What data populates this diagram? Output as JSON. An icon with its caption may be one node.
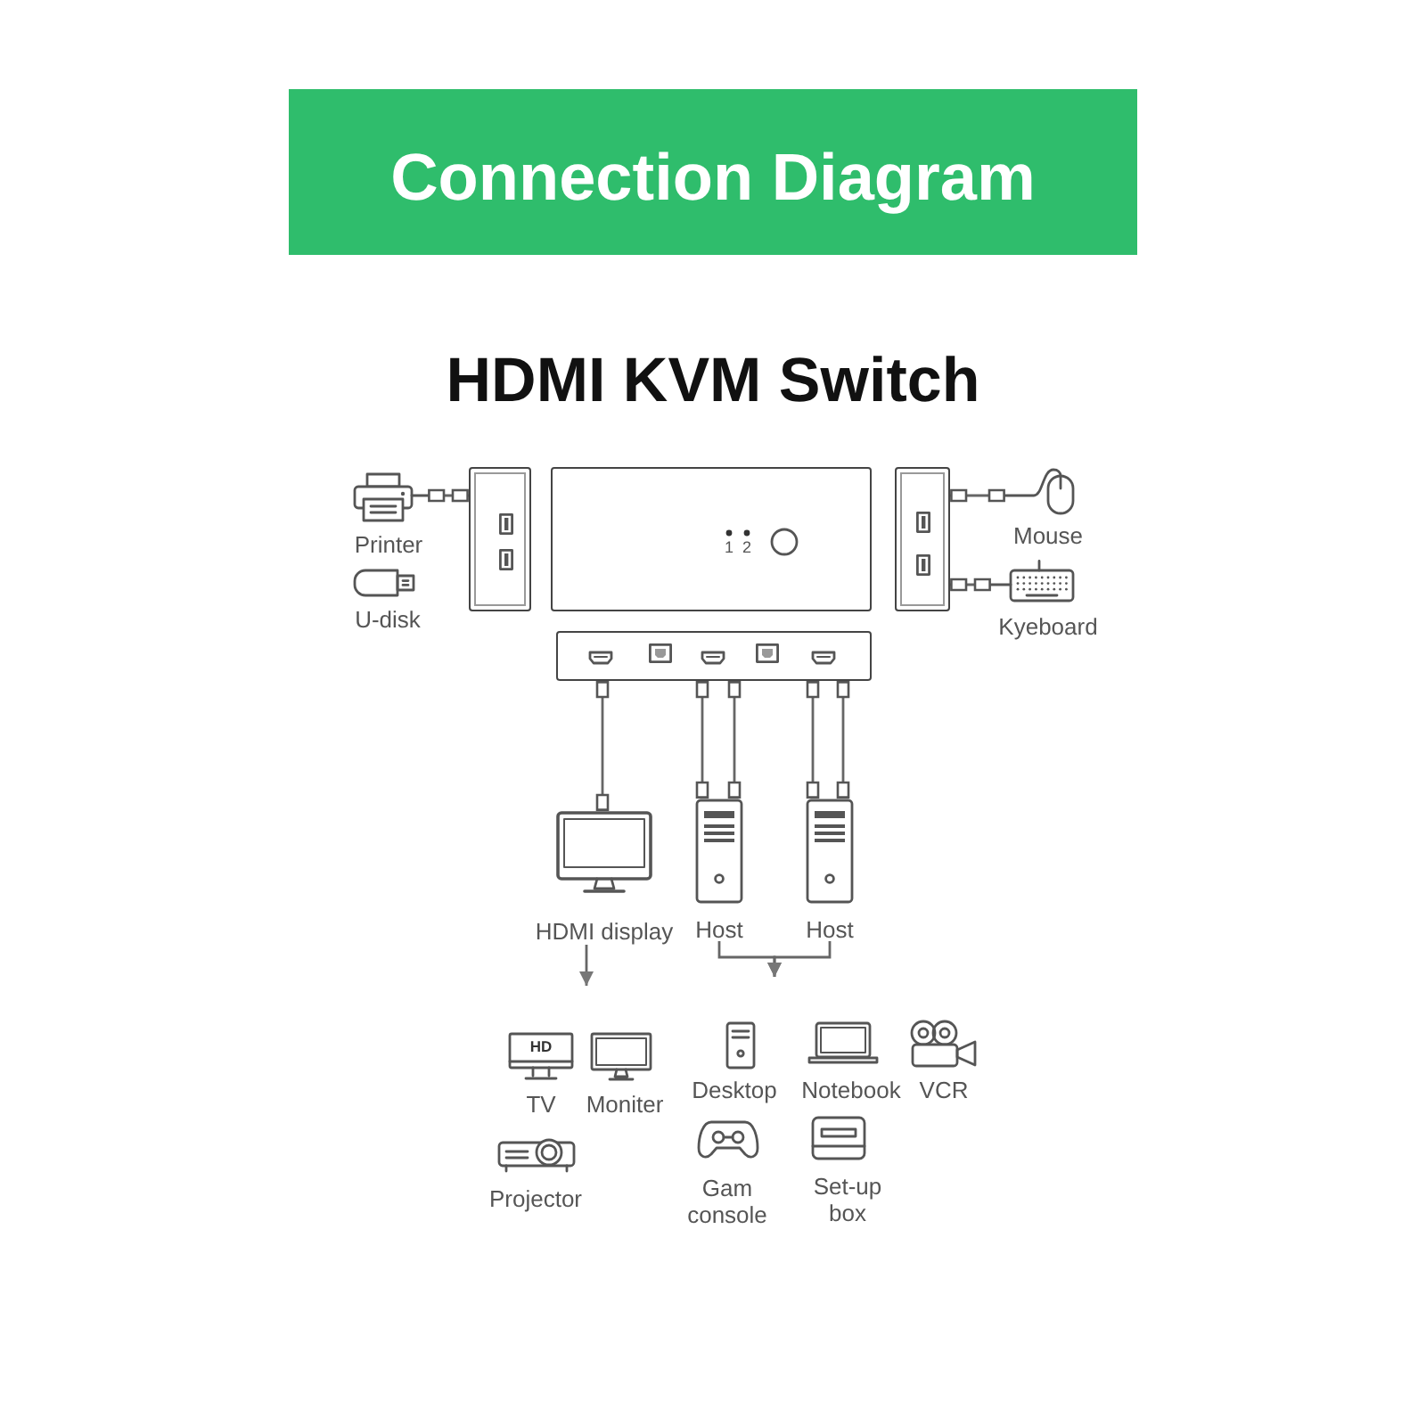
{
  "diagram": {
    "title": "Connection Diagram",
    "nodes": [
      {
        "text": [
          "Printer"
        ]
      },
      {
        "text": [
          "U-disk"
        ]
      },
      {
        "text": [],
        "shape": "box"
      },
      {
        "text": [
          "1",
          "2"
        ]
      },
      {
        "text": [],
        "shape": "box"
      },
      {
        "text": [
          "Mouse"
        ]
      },
      {
        "text": [
          "Kyeboard"
        ]
      },
      {
        "text": [],
        "shape": "box"
      },
      {
        "text": [
          "HDMI display"
        ]
      },
      {
        "text": [
          "Host"
        ]
      },
      {
        "text": [
          "Host"
        ]
      },
      {
        "text": [
          "HD",
          "TV"
        ]
      },
      {
        "text": [
          "Moniter"
        ]
      },
      {
        "text": [
          "Projector"
        ]
      },
      {
        "text": [
          "Desktop"
        ]
      },
      {
        "text": [
          "Notebook"
        ]
      },
      {
        "text": [
          "VCR"
        ]
      },
      {
        "text": [
          "Gam console"
        ]
      },
      {
        "text": [
          "Set-up box"
        ]
      }
    ],
    "edges": [
      {
        "from": 0,
        "to": 2,
        "arrow": "other"
      },
      {
        "from": 5,
        "to": 4,
        "arrow": "other"
      },
      {
        "from": 6,
        "to": 4,
        "arrow": "other"
      },
      {
        "from": 7,
        "to": 8,
        "arrow": "other"
      },
      {
        "from": 7,
        "to": 9,
        "arrow": "other"
      },
      {
        "from": 7,
        "to": 9,
        "arrow": "other"
      },
      {
        "from": 7,
        "to": 10,
        "arrow": "other"
      },
      {
        "from": 7,
        "to": 10,
        "arrow": "other"
      },
      {
        "from": 8,
        "to": null,
        "arrow": "to"
      },
      {
        "from": 9,
        "to": null,
        "arrow": "to"
      },
      {
        "from": 10,
        "to": null,
        "arrow": "to"
      }
    ],
    "labels": [
      "HDMI KVM Switch"
    ]
  }
}
